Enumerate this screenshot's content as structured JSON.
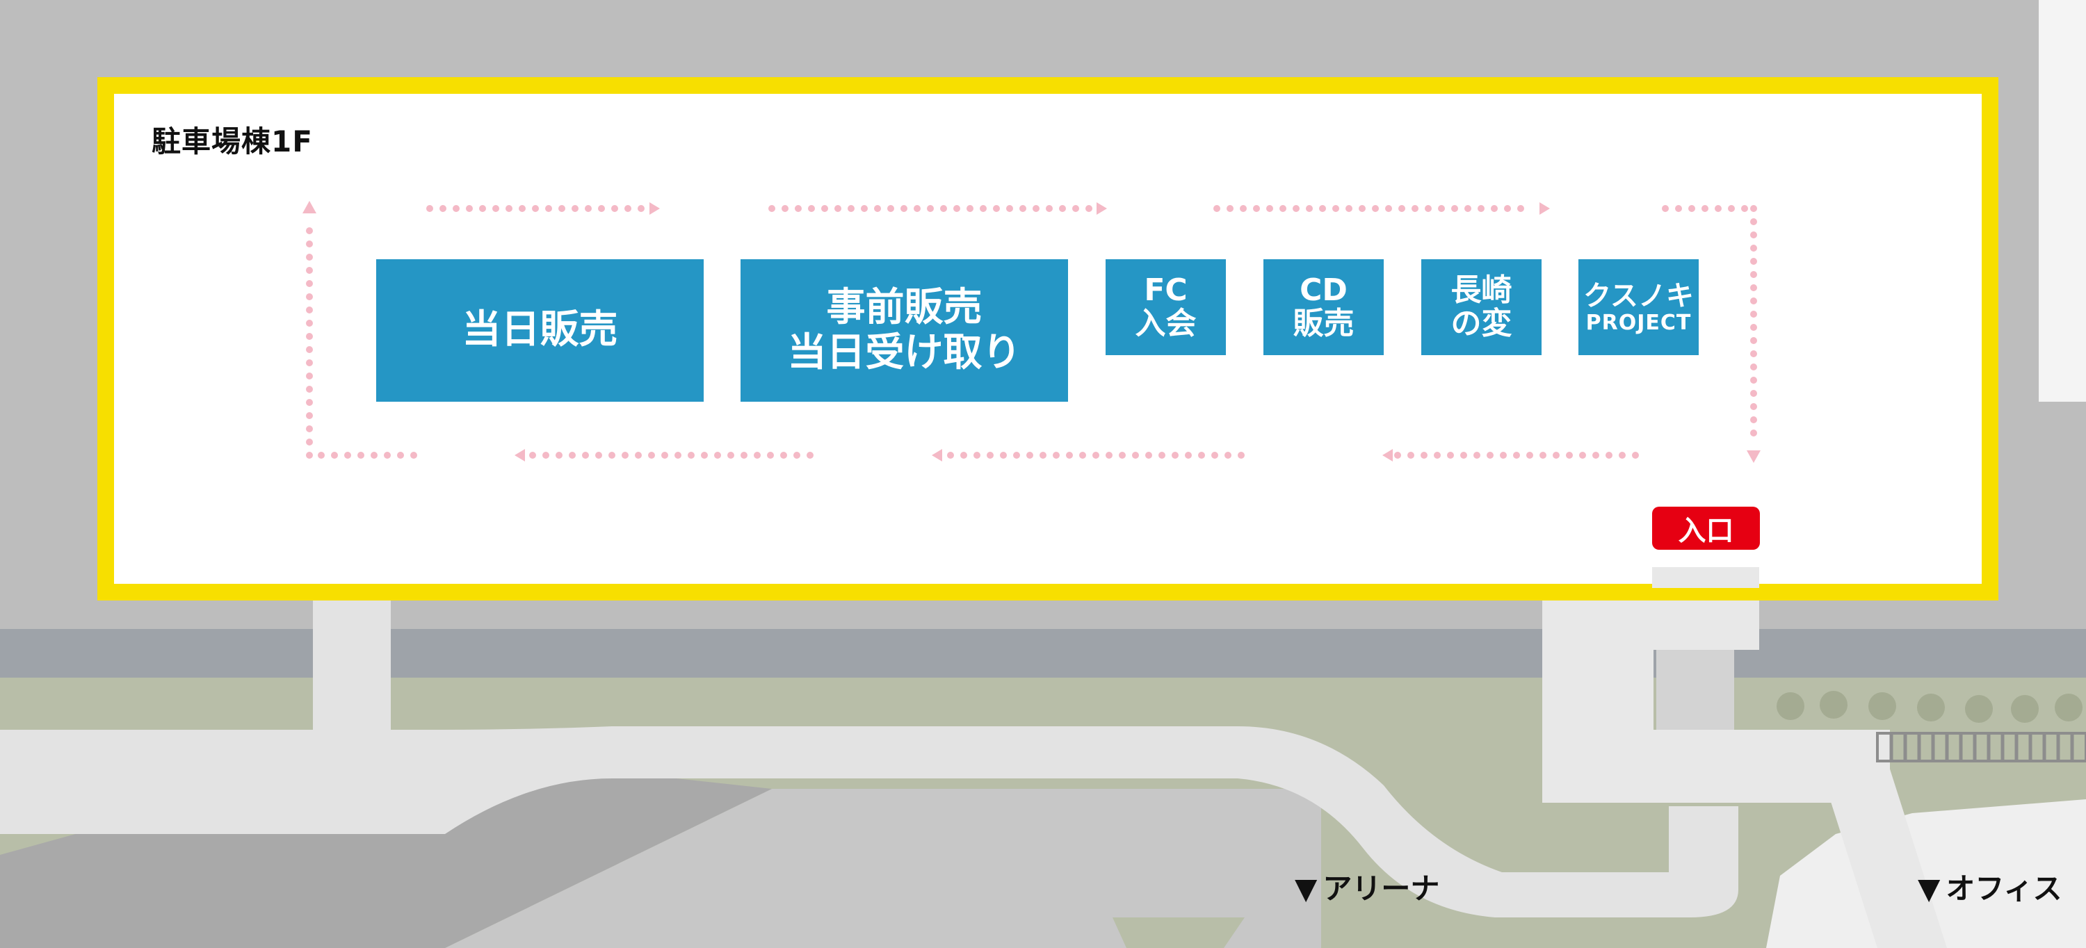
{
  "floor_label": "駐車場棟1F",
  "booths": [
    {
      "id": "same-day-sales",
      "lines": [
        "当日販売"
      ]
    },
    {
      "id": "presale-pickup",
      "lines": [
        "事前販売",
        "当日受け取り"
      ]
    },
    {
      "id": "fc-join",
      "lines": [
        "FC",
        "入会"
      ]
    },
    {
      "id": "cd-sales",
      "lines": [
        "CD",
        "販売"
      ]
    },
    {
      "id": "nagasaki-no-hen",
      "lines": [
        "長崎",
        "の変"
      ]
    },
    {
      "id": "kusunoki-project",
      "lines": [
        "クスノキ",
        "PROJECT"
      ]
    }
  ],
  "entrance_label": "入口",
  "destinations": {
    "arena": {
      "arrow": "▼",
      "label": "アリーナ"
    },
    "office": {
      "arrow": "▼",
      "label": "オフィス"
    }
  },
  "colors": {
    "panel_border": "#f7df00",
    "booth": "#2596c5",
    "entrance": "#e60012",
    "flow_dots": "#f4b9c6"
  }
}
